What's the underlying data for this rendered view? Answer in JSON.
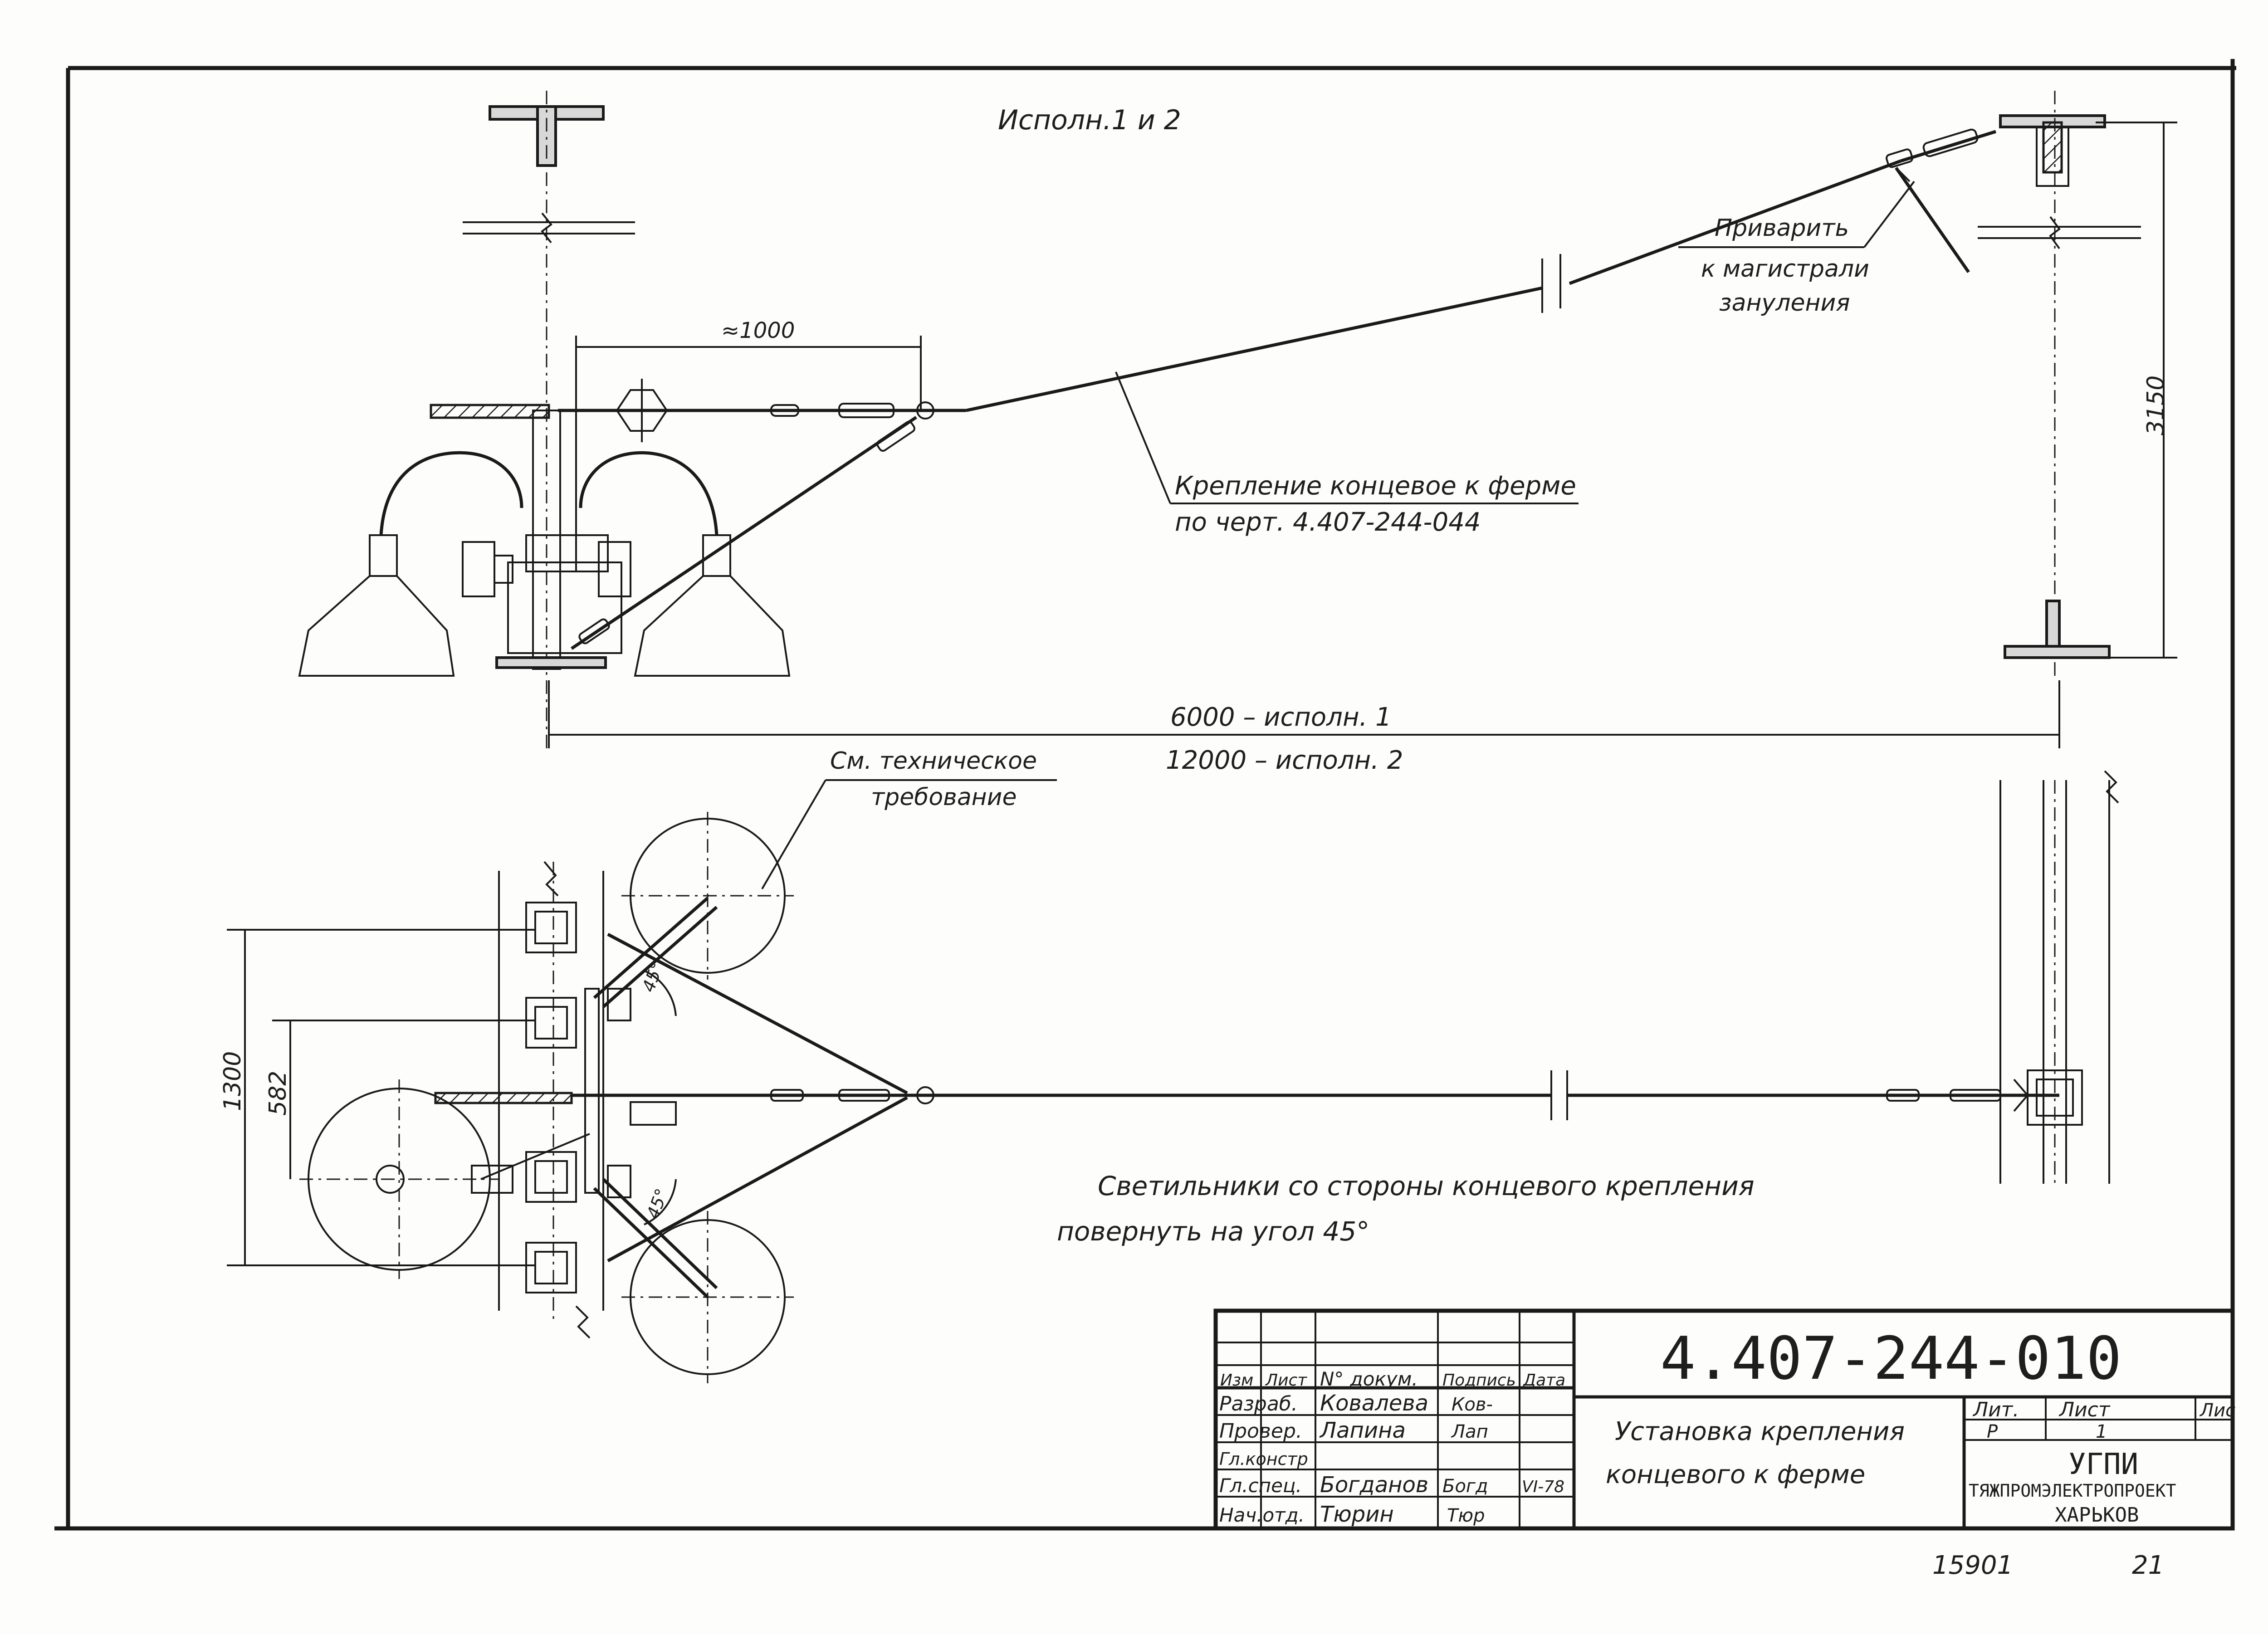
{
  "header": {
    "variant_label": "Исполн.1 и 2"
  },
  "annotations": {
    "weld_line1": "Приварить",
    "weld_line2": "к магистрали",
    "weld_line3": "зануления",
    "fastening_line1": "Крепление концевое к ферме",
    "fastening_line2": "по черт. 4.407-244-044",
    "tech_req_line1": "См. техническое",
    "tech_req_line2": "требование",
    "note_line1": "Светильники со стороны концевого крепления",
    "note_line2": "повернуть на угол 45°"
  },
  "dimensions": {
    "approx_1000": "≈1000",
    "height_3150": "3150",
    "span_1": "6000 – исполн. 1",
    "span_2": "12000 – исполн. 2",
    "d_1300": "1300",
    "d_582": "582",
    "angle_top": "45°",
    "angle_bottom": "45°"
  },
  "title_block": {
    "doc_number": "4.407-244-010",
    "title_line1": "Установка крепления",
    "title_line2": "концевого к ферме",
    "col_headers": [
      "Изм",
      "Лист",
      "N° докум.",
      "Подпись",
      "Дата"
    ],
    "rows": [
      {
        "role": "Разраб.",
        "name": "Ковалева",
        "sign": "Ков-",
        "date": ""
      },
      {
        "role": "Провер.",
        "name": "Лапина",
        "sign": "Лап",
        "date": ""
      },
      {
        "role": "Гл.констр",
        "name": "",
        "sign": "",
        "date": ""
      },
      {
        "role": "Гл.спец.",
        "name": "Богданов",
        "sign": "Богд",
        "date": "VI-78"
      },
      {
        "role": "Нач.отд.",
        "name": "Тюрин",
        "sign": "Тюр",
        "date": ""
      }
    ],
    "lit_label": "Лит.",
    "sheet_label": "Лист",
    "sheets_label": "Лис",
    "lit_value": "Р",
    "sheet_value": "1",
    "org_line1": "УГПИ",
    "org_line2": "ТЯЖПРОМЭЛЕКТРОПРОЕКТ",
    "org_line3": "ХАРЬКОВ"
  },
  "footer": {
    "inventory_number": "15901",
    "page_number": "21"
  }
}
